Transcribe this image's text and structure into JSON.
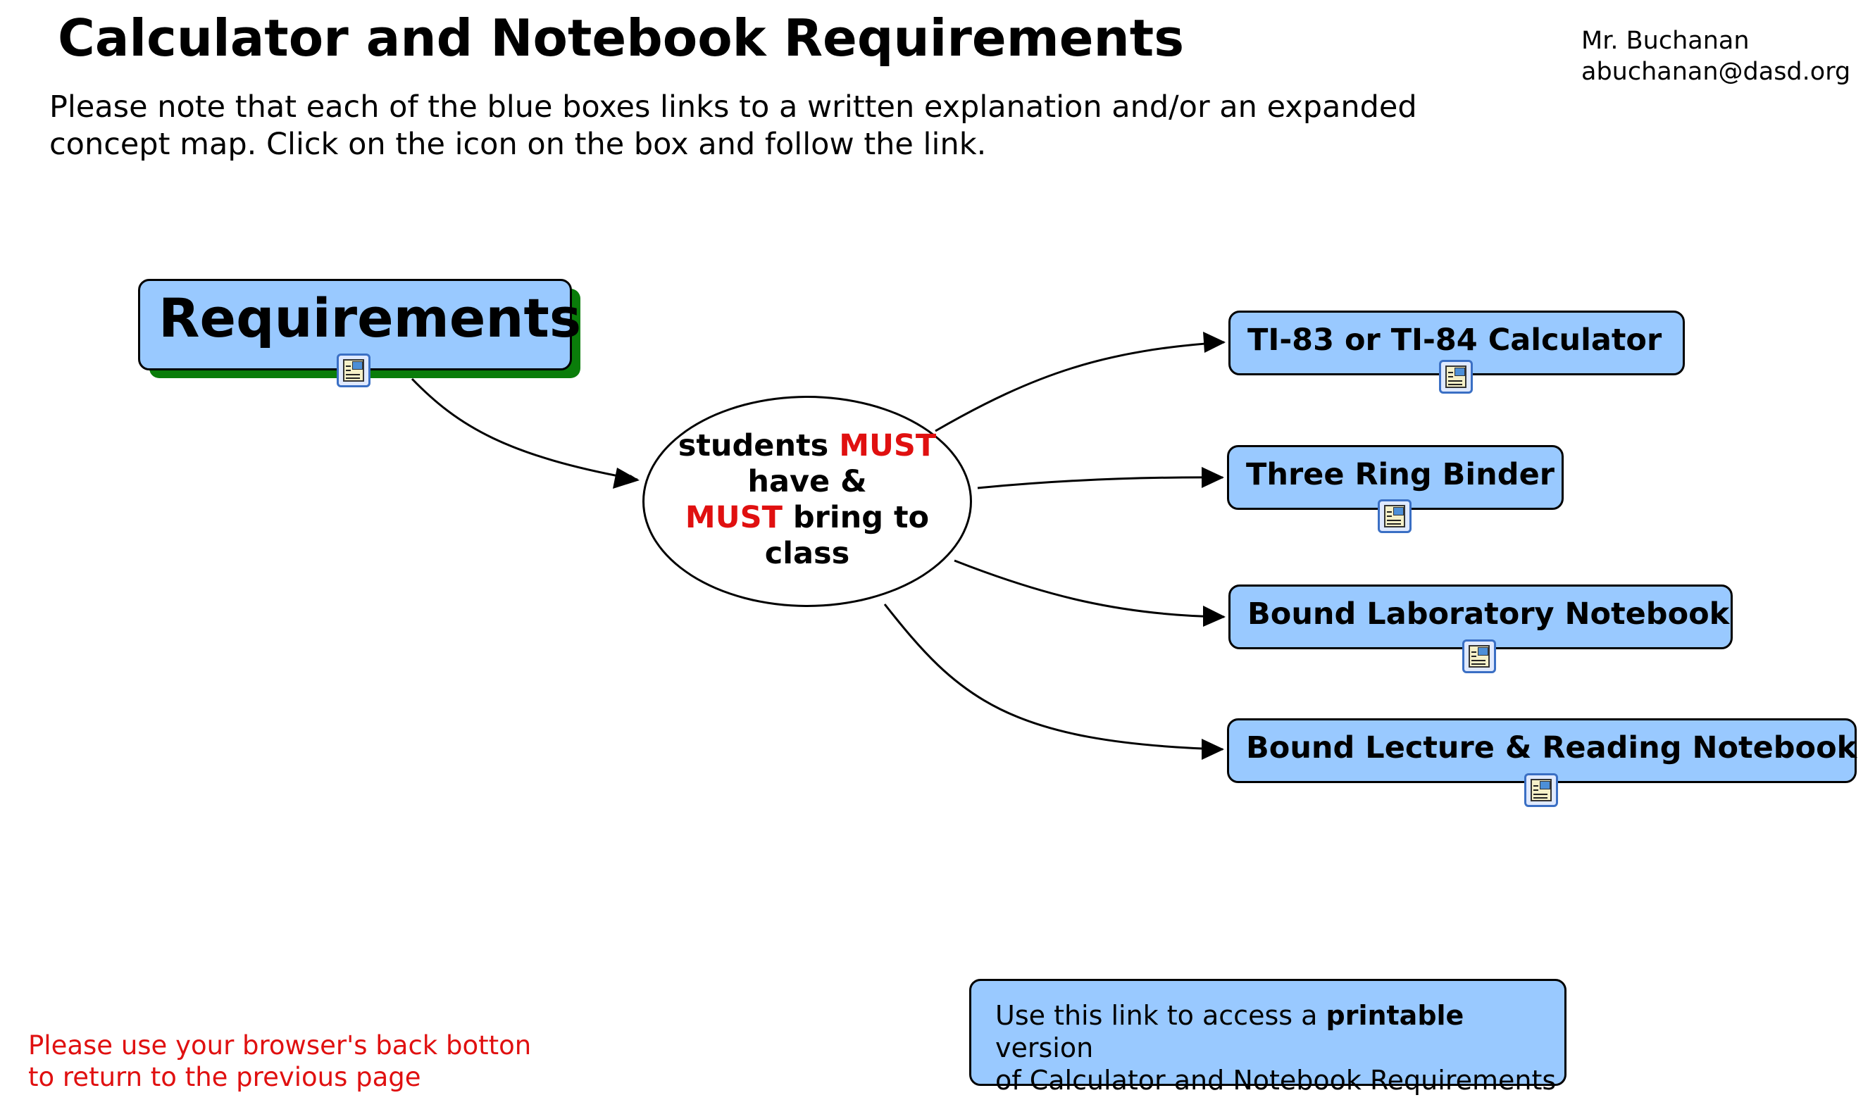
{
  "header": {
    "title": "Calculator and Notebook Requirements",
    "author_name": "Mr. Buchanan",
    "author_email": "abuchanan@dasd.org",
    "intro_line1": "Please note that each of the blue boxes links to a written explanation and/or an expanded",
    "intro_line2": "concept map. Click on the icon on the box and follow the link."
  },
  "map": {
    "root_label": "Requirements",
    "center": {
      "line1_a": "students ",
      "line1_b": "MUST",
      "line2": "have &",
      "line3_a": "MUST",
      "line3_b": " bring to",
      "line4": "class"
    },
    "nodes": [
      {
        "label": "TI-83 or TI-84 Calculator"
      },
      {
        "label": "Three Ring Binder"
      },
      {
        "label": "Bound Laboratory Notebook"
      },
      {
        "label": "Bound Lecture & Reading Notebook"
      }
    ]
  },
  "printable_link": {
    "line1_a": "Use this link to access a ",
    "line1_b": "printable",
    "line1_c": " version",
    "line2": "of Calculator and Notebook Requirements"
  },
  "back_note": {
    "line1": "Please use your browser's back botton",
    "line2": "to return to the previous page"
  },
  "colors": {
    "box_fill": "#99c9ff",
    "root_shadow": "#0a7d0a",
    "emphasis": "#e01010"
  },
  "icons": {
    "resource": "document-icon"
  }
}
